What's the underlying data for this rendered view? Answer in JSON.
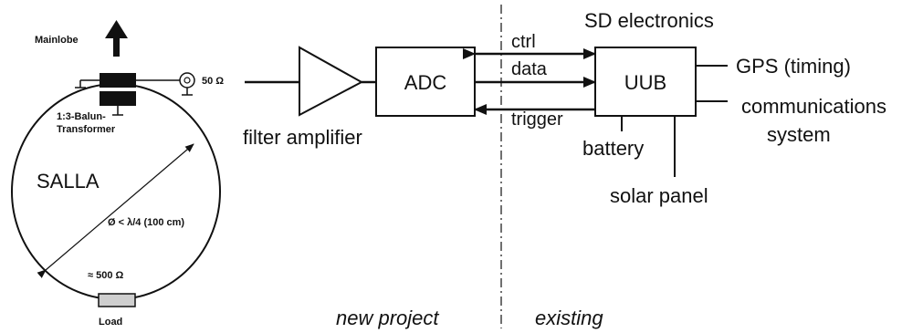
{
  "antenna": {
    "mainlobe": "Mainlobe",
    "impedance_port": "50 Ω",
    "balun_line1": "1:3-Balun-",
    "balun_line2": "Transformer",
    "name": "SALLA",
    "diameter": "Ø < λ/4 (100 cm)",
    "loop_impedance": "≈ 500 Ω",
    "load": "Load"
  },
  "chain": {
    "amplifier_label": "filter amplifier",
    "adc_label": "ADC",
    "uub_label": "UUB",
    "sd_title": "SD electronics"
  },
  "signals": {
    "ctrl": "ctrl",
    "data": "data",
    "trigger": "trigger"
  },
  "peripherals": {
    "gps": "GPS (timing)",
    "comm_line1": "communications",
    "comm_line2": "system",
    "battery": "battery",
    "solar": "solar panel"
  },
  "sections": {
    "new_project": "new project",
    "existing": "existing"
  }
}
